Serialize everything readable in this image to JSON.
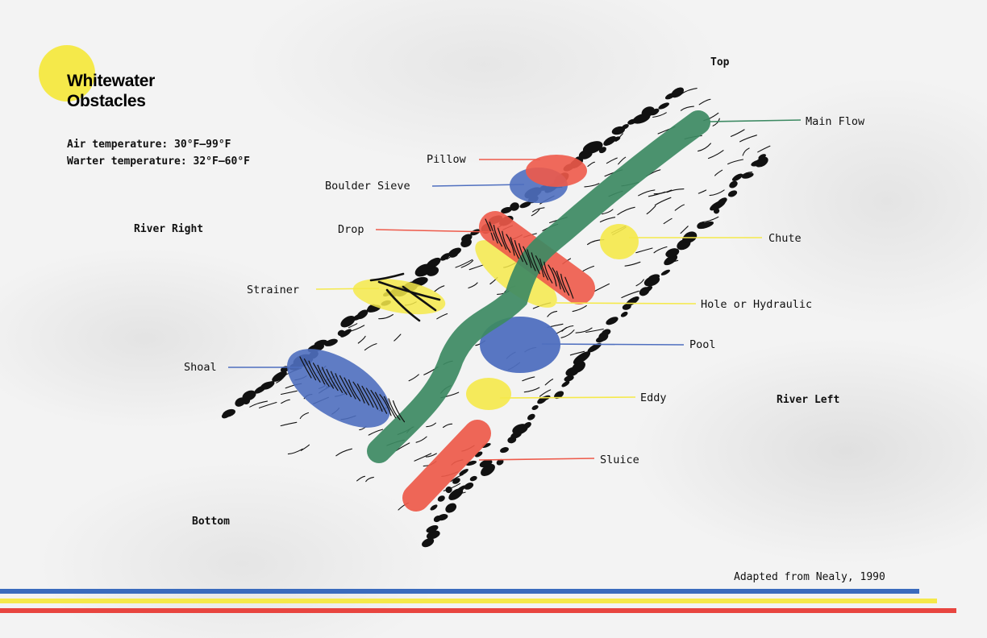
{
  "title": {
    "line1": "Whitewater",
    "line2": "Obstacles"
  },
  "temperatures": {
    "air": "Air temperature: 30°F–99°F",
    "water": "Warter temperature: 32°F–60°F"
  },
  "directions": {
    "top": "Top",
    "bottom": "Bottom",
    "river_right": "River Right",
    "river_left": "River Left"
  },
  "labels": {
    "main_flow": "Main Flow",
    "pillow": "Pillow",
    "boulder_sieve": "Boulder Sieve",
    "drop": "Drop",
    "chute": "Chute",
    "strainer": "Strainer",
    "hole": "Hole or Hydraulic",
    "pool": "Pool",
    "shoal": "Shoal",
    "eddy": "Eddy",
    "sluice": "Sluice"
  },
  "credit": "Adapted from Nealy, 1990",
  "colors": {
    "green": "#3d8a63",
    "blue": "#4f6fbf",
    "yellow": "#f5e94a",
    "red": "#ee5a4a",
    "stripe_blue": "#3a6bbd",
    "stripe_yellow": "#f5e94a",
    "stripe_red": "#e8453f"
  },
  "icons": {
    "title_dot": "yellow-circle",
    "rock": "black-rock-blob"
  }
}
